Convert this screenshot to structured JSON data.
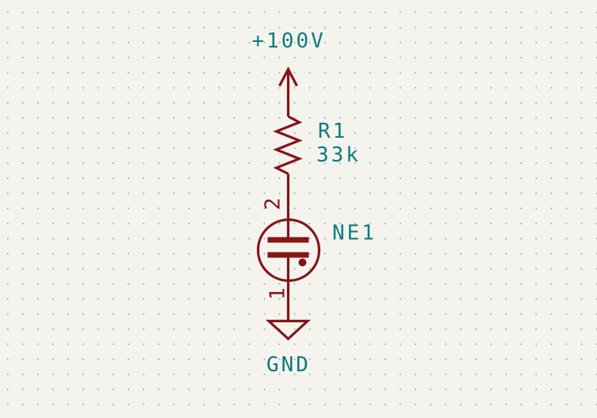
{
  "app": {
    "view": "schematic-canvas"
  },
  "colors": {
    "background": "#F4F3EE",
    "grid_dot": "#B5B3AD",
    "symbol_outline": "#841617",
    "label_text": "#0F7C7E"
  },
  "schematic": {
    "power_top": {
      "label": "+100V"
    },
    "resistor": {
      "reference": "R1",
      "value": "33k"
    },
    "neon_lamp": {
      "reference": "NE1",
      "pin_top_number": "2",
      "pin_bottom_number": "1"
    },
    "power_bottom": {
      "label": "GND"
    }
  }
}
